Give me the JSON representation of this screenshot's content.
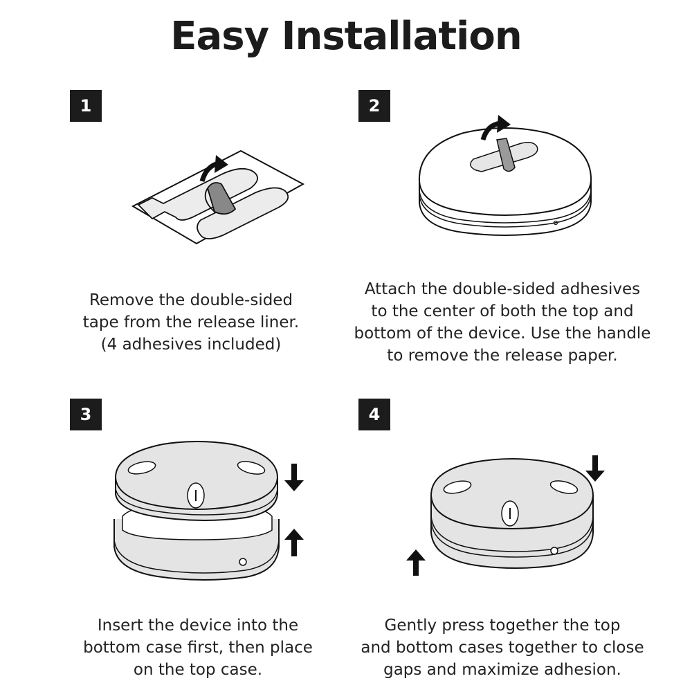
{
  "title": "Easy Installation",
  "steps": [
    {
      "number": "1",
      "lines": [
        "Remove the double-sided",
        "tape from the release liner.",
        "(4 adhesives included)"
      ]
    },
    {
      "number": "2",
      "lines": [
        "Attach the double-sided adhesives",
        "to the center of both the top and",
        "bottom of the device. Use the handle",
        "to remove the release paper."
      ]
    },
    {
      "number": "3",
      "lines": [
        "Insert the device into the",
        "bottom case first, then place",
        "on the top case."
      ]
    },
    {
      "number": "4",
      "lines": [
        "Gently press together the top",
        "and bottom cases together to close",
        "gaps and maximize adhesion."
      ]
    }
  ],
  "icons": {
    "step1": "adhesive-liner-icon",
    "step2": "device-with-adhesive-icon",
    "step3": "case-insert-icon",
    "step4": "case-press-icon"
  }
}
